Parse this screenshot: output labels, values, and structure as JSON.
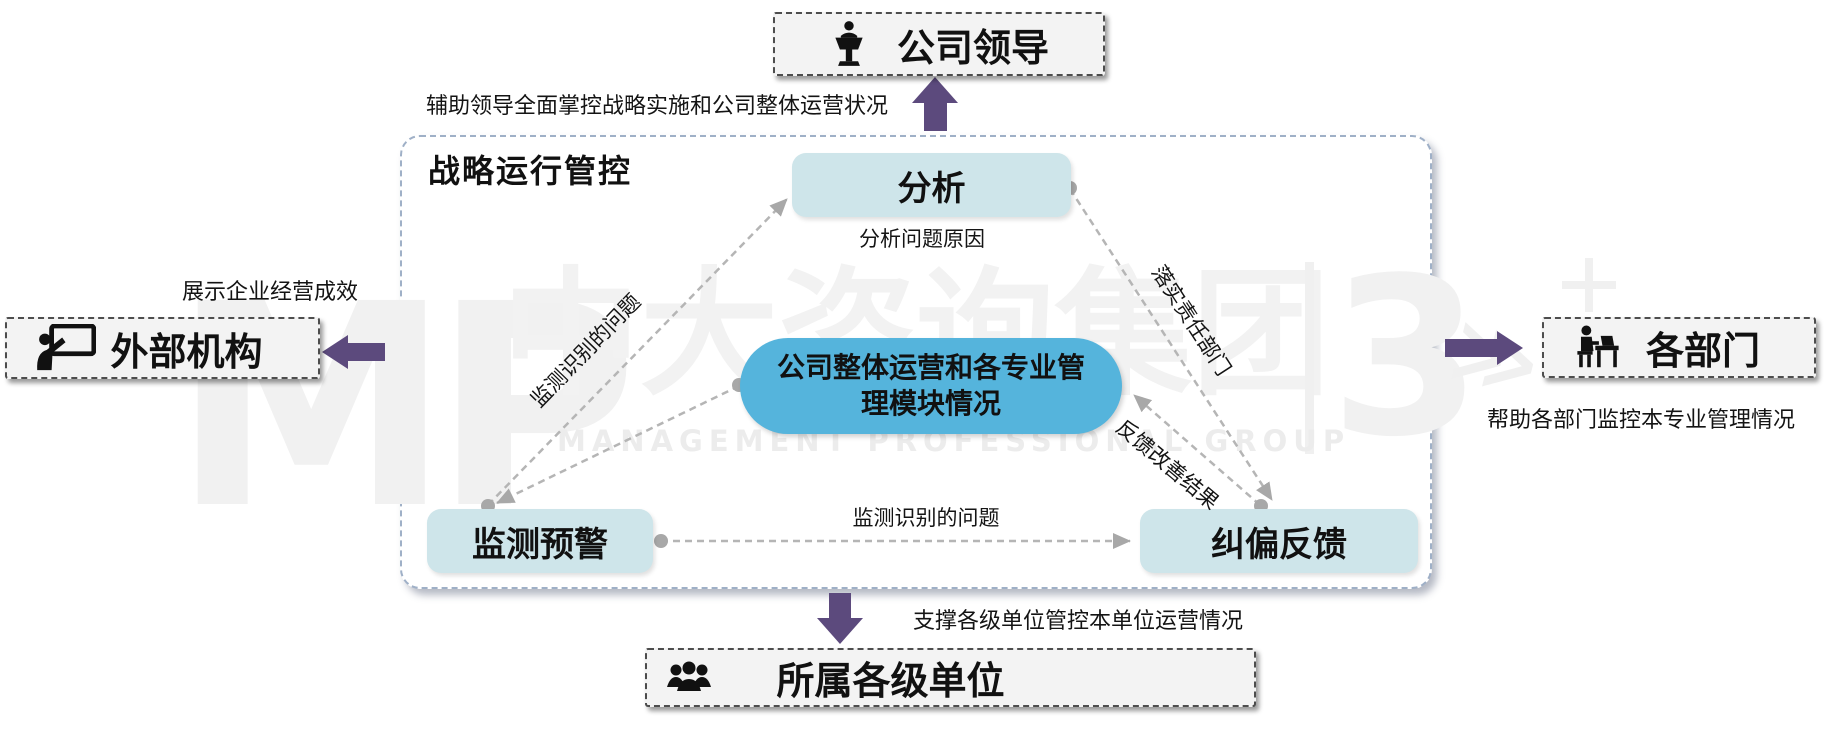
{
  "title": "战略运行管控",
  "outer_nodes": {
    "top": {
      "label": "公司领导",
      "note": "辅助领导全面掌控战略实施和公司整体运营状况",
      "icon": "lectern-speaker-icon"
    },
    "left": {
      "label": "外部机构",
      "note": "展示企业经营成效",
      "icon": "presentation-board-icon"
    },
    "right": {
      "label": "各部门",
      "note": "帮助各部门监控本专业管理情况",
      "icon": "desk-worker-icon"
    },
    "bottom": {
      "label": "所属各级单位",
      "note": "支撑各级单位管控本单位运营情况",
      "icon": "people-group-icon"
    }
  },
  "inner_nodes": {
    "analysis": {
      "label": "分析"
    },
    "monitoring": {
      "label": "监测预警"
    },
    "correction": {
      "label": "纠偏反馈"
    },
    "center": {
      "line1": "公司整体运营和各专业管",
      "line2": "理模块情况"
    }
  },
  "edge_labels": {
    "analysis_note": "分析问题原因",
    "monitoring_to_analysis": "监测识别的问题",
    "analysis_to_correction": "落实责任部门",
    "correction_to_center": "反馈改善结果",
    "monitoring_to_correction": "监测识别的问题"
  },
  "watermark": {
    "mp": "MP",
    "cn": "中大咨询集团",
    "three": "3",
    "en": "MANAGEMENT PROFESSIONAL GROUP",
    "chevrons": "≫"
  },
  "colors": {
    "accent_purple": "#5c4a7d",
    "node_blue": "#cee5ea",
    "center_blue": "#55b4dc",
    "edge_gray": "#b5b5b5",
    "outer_box_bg": "#f3f3f3",
    "frame_border": "#9fb0c7"
  }
}
